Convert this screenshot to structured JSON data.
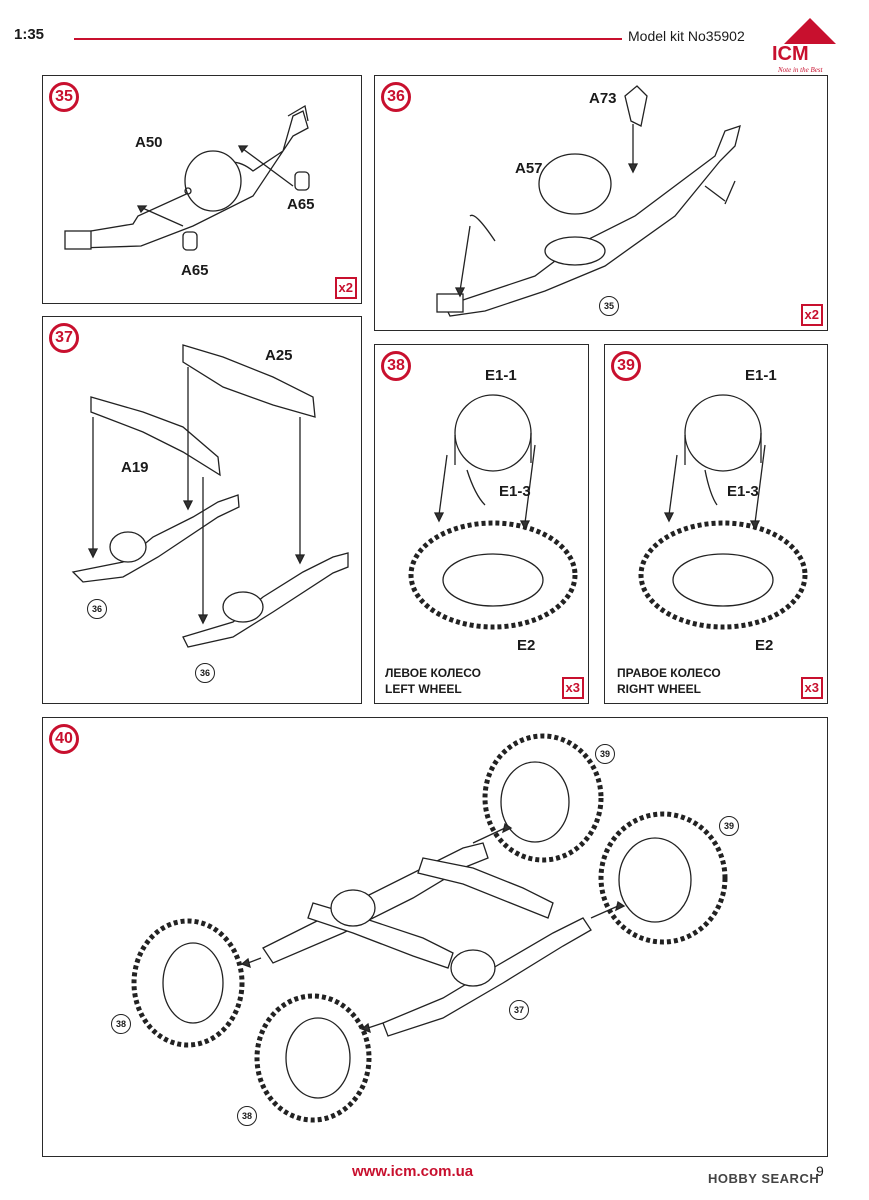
{
  "header": {
    "scale": "1:35",
    "kit": "Model kit No35902",
    "logo": "ICM",
    "slogan": "Note in the Best"
  },
  "steps": {
    "s35": {
      "num": "35",
      "labels": [
        "A50",
        "A65",
        "A65"
      ],
      "mult": "x2"
    },
    "s36": {
      "num": "36",
      "labels": [
        "A73",
        "A57"
      ],
      "ref": "35",
      "mult": "x2"
    },
    "s37": {
      "num": "37",
      "labels": [
        "A25",
        "A19"
      ],
      "refs": [
        "36",
        "36"
      ]
    },
    "s38": {
      "num": "38",
      "labels": [
        "E1-1",
        "E1-3",
        "E2"
      ],
      "caption_ru": "ЛЕВОЕ КОЛЕСО",
      "caption_en": "LEFT WHEEL",
      "mult": "x3"
    },
    "s39": {
      "num": "39",
      "labels": [
        "E1-1",
        "E1-3",
        "E2"
      ],
      "caption_ru": "ПРАВОЕ КОЛЕСО",
      "caption_en": "RIGHT WHEEL",
      "mult": "x3"
    },
    "s40": {
      "num": "40",
      "refs": [
        "39",
        "39",
        "38",
        "37",
        "38"
      ]
    }
  },
  "footer": {
    "url": "www.icm.com.ua",
    "page": "9",
    "watermark": "HOBBY SEARCH"
  },
  "colors": {
    "accent": "#c8102e"
  }
}
